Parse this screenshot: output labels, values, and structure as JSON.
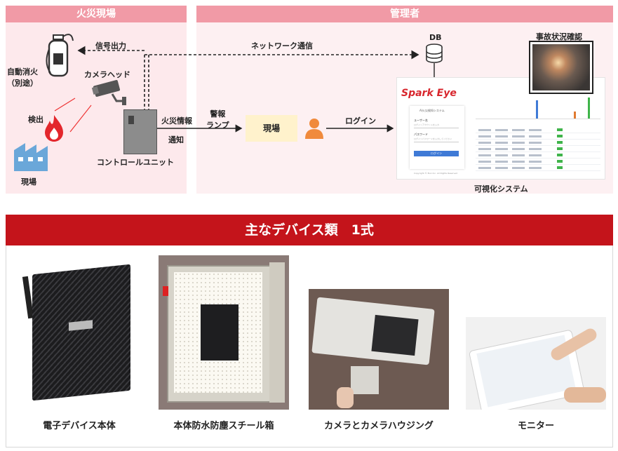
{
  "top": {
    "left_header": "火災現場",
    "right_header": "管理者"
  },
  "diagram": {
    "auto_extinguisher": "自動消火\n（別途）",
    "signal_output": "信号出力",
    "camera_head": "カメラヘッド",
    "detection": "検出",
    "site": "現場",
    "control_unit": "コントロールユニット",
    "fire_info": "火災情報",
    "notify": "通知",
    "warning_lamp": "警報\nランプ",
    "site_box": "現場",
    "login": "ログイン",
    "network": "ネットワーク通信",
    "db": "DB",
    "incident_check": "事故状況確認",
    "visualization": "可視化システム"
  },
  "login_screen": {
    "brand": "Spark Eye",
    "system_title": "AI火災検知システム",
    "user_label": "ユーザー名",
    "user_placeholder": "ログインアカウントを入力",
    "password_label": "パスワード",
    "password_placeholder": "ログインパスワードを入力してください",
    "login_button": "ログイン",
    "footer": "Copyright © ELLI Inc. All Rights Reserved"
  },
  "devices_section": {
    "title": "主なデバイス類　1式",
    "items": [
      {
        "caption": "電子デバイス本体",
        "icon": "computer-box-photo"
      },
      {
        "caption": "本体防水防塵スチール箱",
        "icon": "steel-enclosure-photo"
      },
      {
        "caption": "カメラとカメラハウジング",
        "icon": "camera-housing-photo"
      },
      {
        "caption": "モニター",
        "icon": "tablet-monitor-photo"
      }
    ]
  },
  "colors": {
    "header_pink": "#f19aa6",
    "panel_pink": "#fde9ec",
    "band_red": "#c4141b",
    "box_yellow": "#fff2cc",
    "person_orange": "#f08a3c",
    "factory_blue": "#6aa7d9"
  }
}
